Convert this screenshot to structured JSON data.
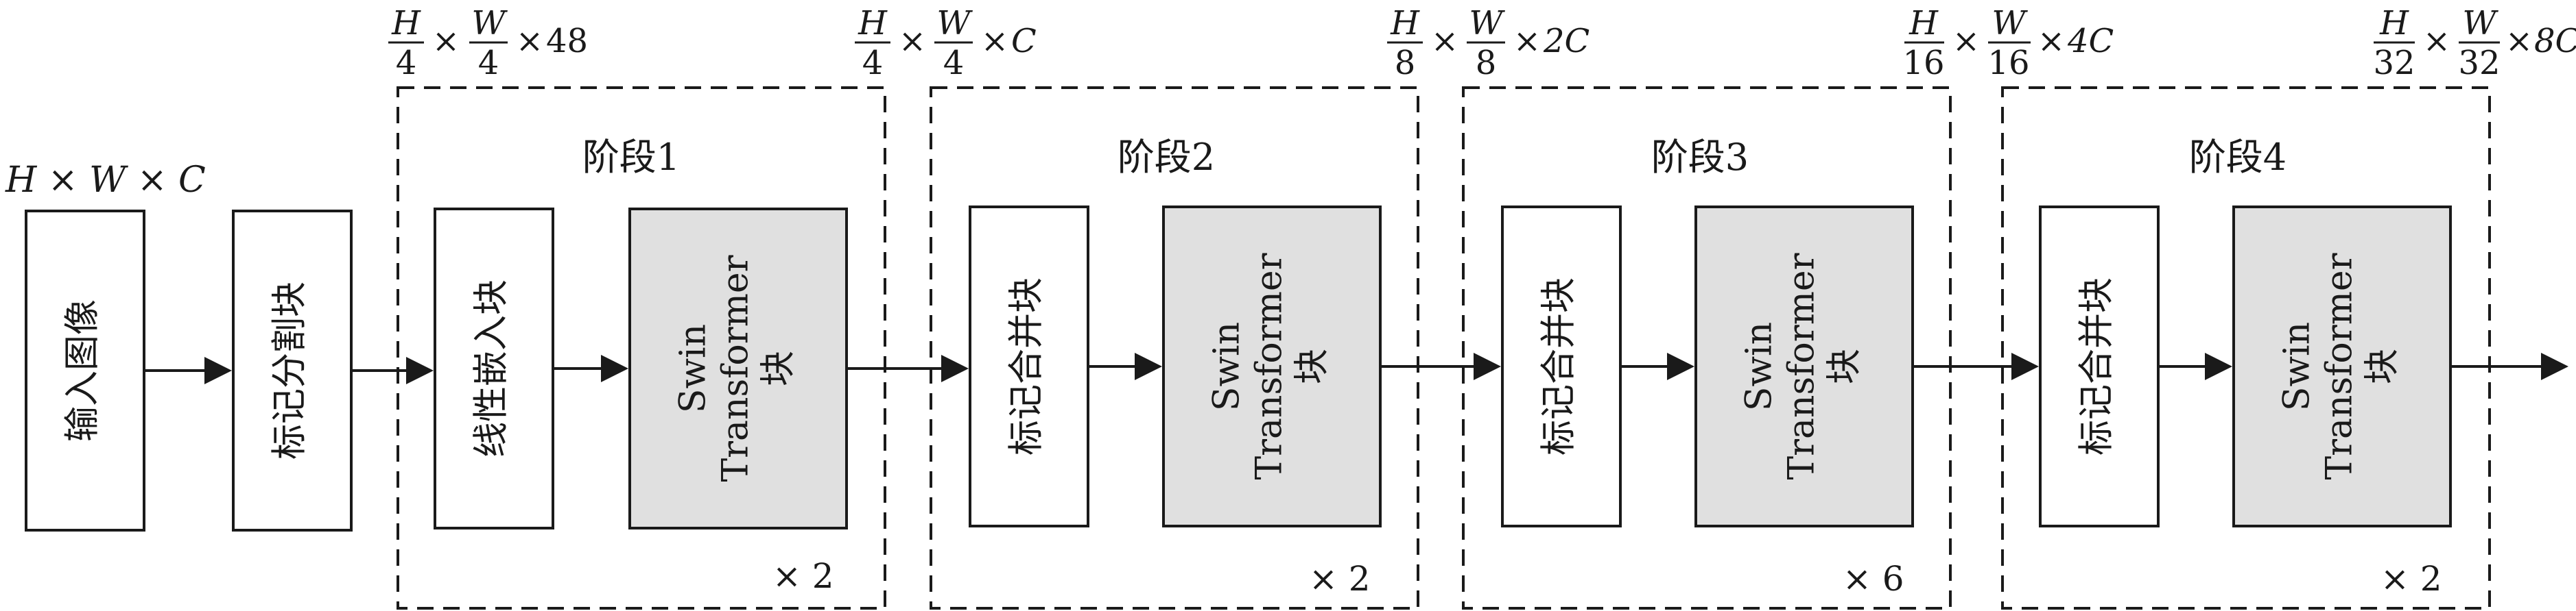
{
  "input_dim": "H × W × C",
  "stages": [
    {
      "label": "阶段1",
      "first_block": "线性嵌入块",
      "transformer_block": [
        "Swin",
        "Transformer",
        "块"
      ],
      "repeat": "× 2",
      "input_dim": {
        "num1": "H",
        "den1": "4",
        "num2": "W",
        "den2": "4",
        "suffix": "48"
      }
    },
    {
      "label": "阶段2",
      "first_block": "标记合并块",
      "transformer_block": [
        "Swin",
        "Transformer",
        "块"
      ],
      "repeat": "× 2",
      "input_dim": {
        "num1": "H",
        "den1": "4",
        "num2": "W",
        "den2": "4",
        "suffix": "C"
      }
    },
    {
      "label": "阶段3",
      "first_block": "标记合并块",
      "transformer_block": [
        "Swin",
        "Transformer",
        "块"
      ],
      "repeat": "× 6",
      "input_dim": {
        "num1": "H",
        "den1": "8",
        "num2": "W",
        "den2": "8",
        "suffix": "2C"
      }
    },
    {
      "label": "阶段4",
      "first_block": "标记合并块",
      "transformer_block": [
        "Swin",
        "Transformer",
        "块"
      ],
      "repeat": "× 2",
      "input_dim": {
        "num1": "H",
        "den1": "16",
        "num2": "W",
        "den2": "16",
        "suffix": "4C"
      }
    }
  ],
  "output_dim": {
    "num1": "H",
    "den1": "32",
    "num2": "W",
    "den2": "32",
    "suffix": "8C"
  },
  "input_block": "输入图像",
  "partition_block": "标记分割块",
  "colors": {
    "line": "#1a1a1a",
    "transformer_fill": "#e0e0e0",
    "box_fill": "#ffffff"
  }
}
